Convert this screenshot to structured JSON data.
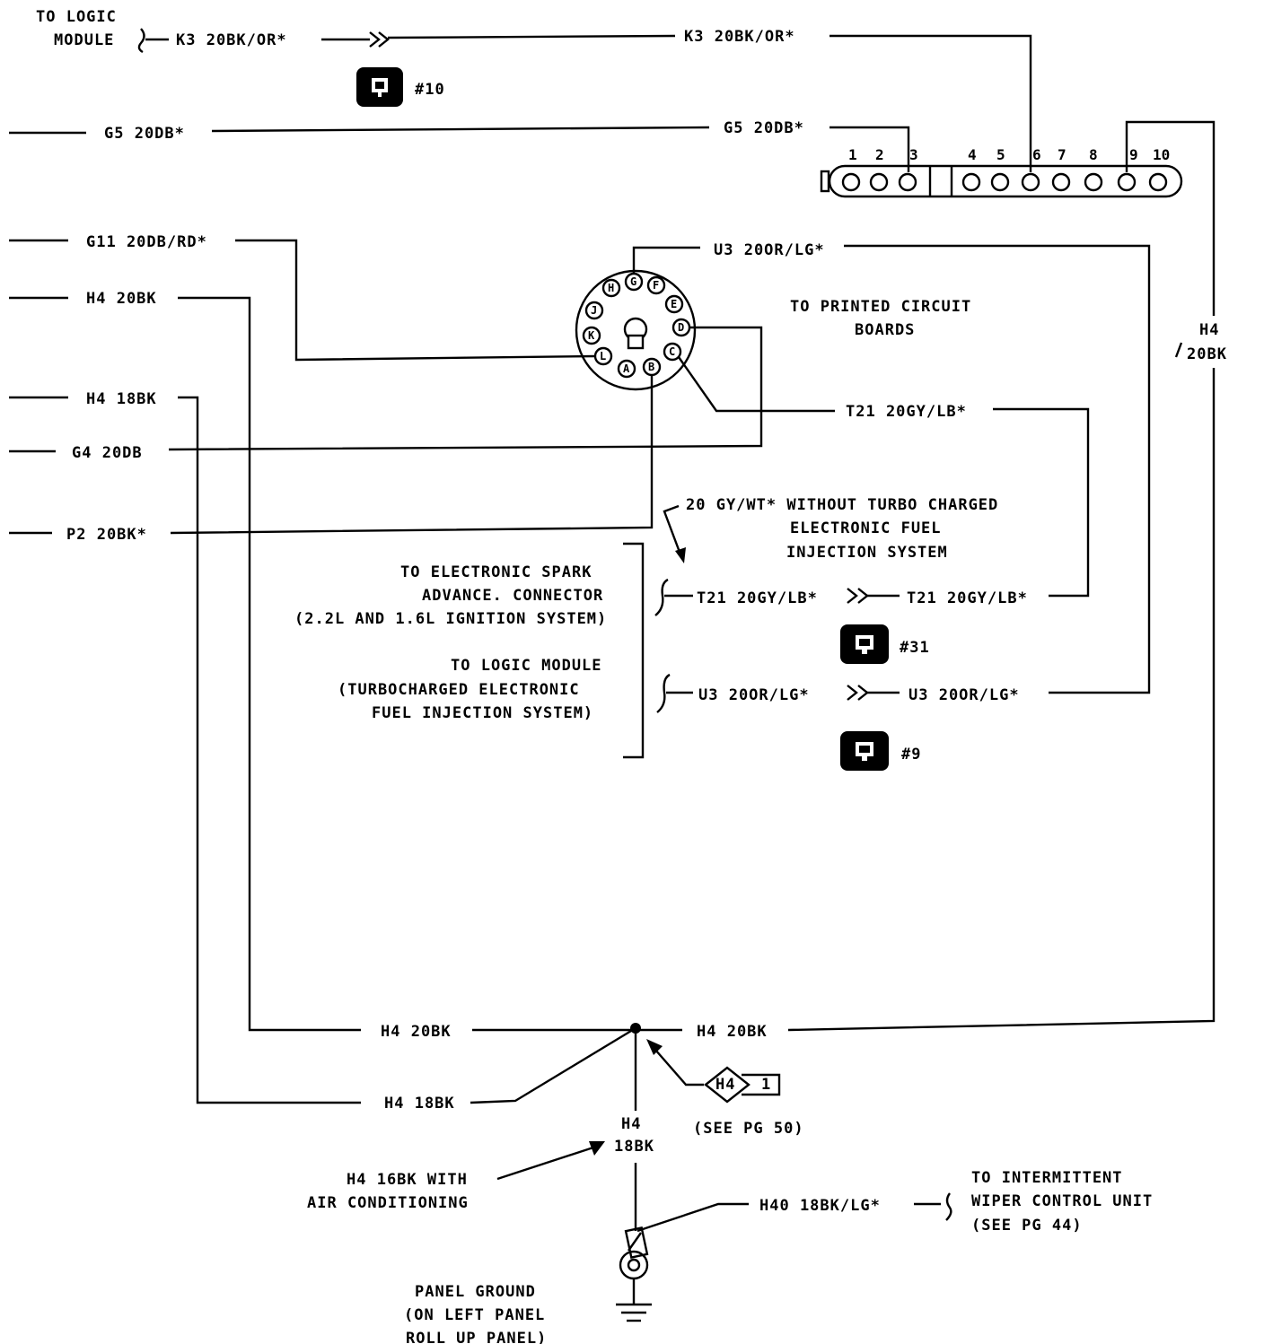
{
  "labels": {
    "to_logic_module_top": [
      "TO LOGIC",
      "MODULE"
    ],
    "k3_left": "K3 20BK/OR*",
    "k3_right": "K3 20BK/OR*",
    "ref10": "#10",
    "g5_left": "G5 20DB*",
    "g5_right": "G5 20DB*",
    "g11": "G11 20DB/RD*",
    "h4_20bk_left": "H4 20BK",
    "h4_18bk_left": "H4 18BK",
    "g4": "G4 20DB",
    "p2": "P2 20BK*",
    "u3_top": "U3 20OR/LG*",
    "to_pcb": [
      "TO PRINTED CIRCUIT",
      "BOARDS"
    ],
    "h4_vertical": [
      "H4",
      "20BK"
    ],
    "t21_top": "T21 20GY/LB*",
    "note_without_turbo": [
      "20 GY/WT* WITHOUT TURBO CHARGED",
      "ELECTRONIC FUEL",
      "INJECTION SYSTEM"
    ],
    "esa_connector": [
      "TO ELECTRONIC SPARK",
      "ADVANCE. CONNECTOR",
      "(2.2L AND 1.6L IGNITION SYSTEM)"
    ],
    "t21_left": "T21 20GY/LB*",
    "t21_right": "T21 20GY/LB*",
    "ref31": "#31",
    "logic_module_turbo": [
      "TO LOGIC MODULE",
      "(TURBOCHARGED ELECTRONIC",
      "FUEL INJECTION SYSTEM)"
    ],
    "u3_left": "U3 20OR/LG*",
    "u3_right": "U3 20OR/LG*",
    "ref9": "#9",
    "h4_20bk_bottom_left": "H4 20BK",
    "h4_20bk_bottom_right": "H4 20BK",
    "h4_18bk_bottom": "H4 18BK",
    "splice_id": "H4",
    "splice_num": "1",
    "see_pg_50": "(SEE PG 50)",
    "h4_18bk_vertical": [
      "H4",
      "18BK"
    ],
    "h4_16bk_ac": [
      "H4 16BK WITH",
      "AIR CONDITIONING"
    ],
    "h40": "H40 18BK/LG*",
    "to_wiper": [
      "TO INTERMITTENT",
      "WIPER CONTROL UNIT",
      "(SEE PG 44)"
    ],
    "panel_ground": [
      "PANEL GROUND",
      "(ON LEFT PANEL",
      "ROLL UP PANEL)"
    ]
  },
  "cluster_connector": {
    "pins": [
      "1",
      "2",
      "3",
      "4",
      "5",
      "6",
      "7",
      "8",
      "9",
      "10"
    ]
  },
  "round_connector": {
    "cavities": [
      "A",
      "B",
      "C",
      "D",
      "E",
      "F",
      "G",
      "H",
      "J",
      "K",
      "L"
    ]
  }
}
